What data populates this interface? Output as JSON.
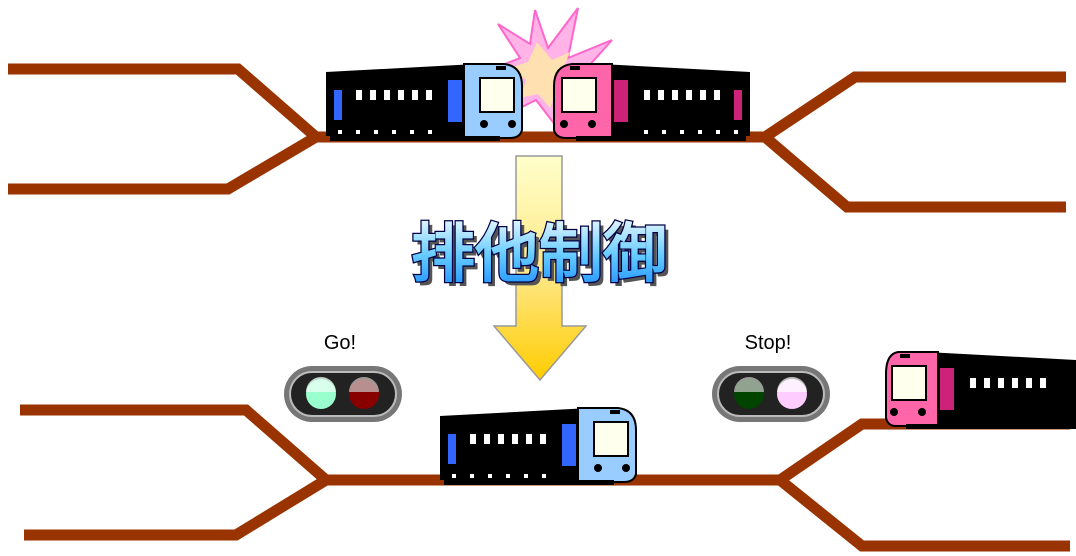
{
  "title": "排他制御",
  "signals": {
    "left": {
      "label": "Go!",
      "state": "go"
    },
    "right": {
      "label": "Stop!",
      "state": "stop"
    }
  },
  "colors": {
    "track": "#993300",
    "train_blue_front": "#99ccff",
    "train_blue_accent": "#3366ff",
    "train_pink_front": "#ff66aa",
    "train_pink_accent": "#cc2277",
    "train_body": "#000000",
    "arrow_fill_top": "#ffff99",
    "arrow_fill_bottom": "#ffcc00",
    "burst": "#ffb3e6",
    "signal_go_on": "#99ffcc",
    "signal_stop_dim": "#880000",
    "signal_go_dim": "#004400",
    "signal_stop_on": "#ffccff",
    "kanji_fill": "#66ccff",
    "kanji_stroke": "#000066"
  },
  "icons": [
    "collision-burst-icon",
    "train-icon",
    "traffic-signal-icon",
    "down-arrow-icon"
  ]
}
